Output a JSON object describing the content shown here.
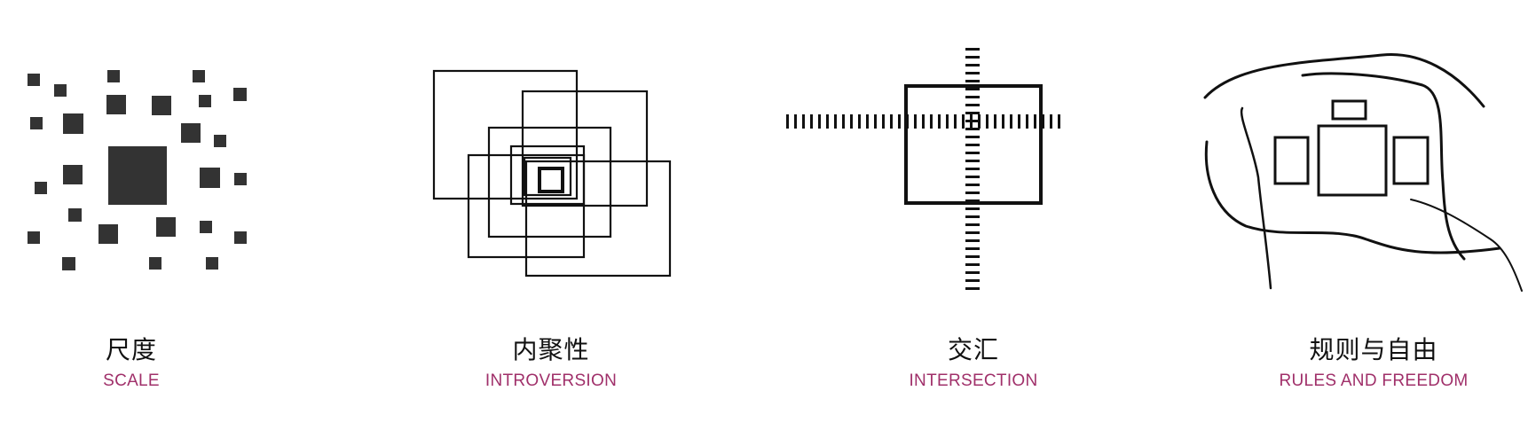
{
  "colors": {
    "accent": "#a0306a",
    "ink": "#111111",
    "fill": "#333333"
  },
  "concepts": [
    {
      "zh": "尺度",
      "en": "SCALE",
      "icon": "scattered-squares-icon"
    },
    {
      "zh": "内聚性",
      "en": "INTROVERSION",
      "icon": "nested-rectangles-icon"
    },
    {
      "zh": "交汇",
      "en": "INTERSECTION",
      "icon": "crosshair-rectangle-icon"
    },
    {
      "zh": "规则与自由",
      "en": "RULES AND FREEDOM",
      "icon": "curves-and-boxes-icon"
    }
  ]
}
